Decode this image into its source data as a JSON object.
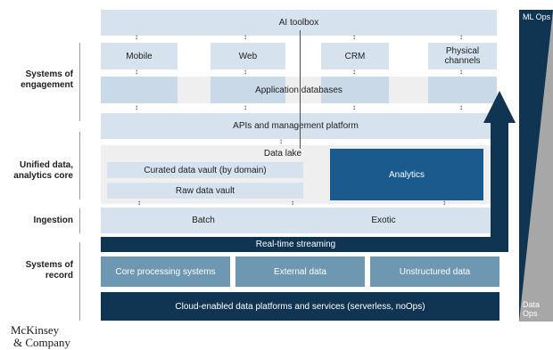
{
  "row_labels": {
    "engagement": "Systems of engagement",
    "unified": "Unified data, analytics core",
    "ingestion": "Ingestion",
    "record": "Systems of record"
  },
  "boxes": {
    "ai_toolbox": "AI toolbox",
    "mobile": "Mobile",
    "web": "Web",
    "crm": "CRM",
    "physical": "Physical channels",
    "app_db": "Application databases",
    "apis": "APIs and management platform",
    "data_lake": "Data lake",
    "curated": "Curated data vault (by domain)",
    "raw": "Raw data vault",
    "analytics": "Analytics",
    "batch": "Batch",
    "exotic": "Exotic",
    "streaming": "Real-time streaming",
    "core": "Core processing systems",
    "external": "External data",
    "unstructured": "Unstructured data",
    "cloud": "Cloud-enabled data platforms and services (serverless, noOps)"
  },
  "side": {
    "ml_ops": "ML Ops",
    "data_ops": "Data Ops"
  },
  "logo": {
    "line1": "McKinsey",
    "line2": "& Company"
  },
  "colors": {
    "light_blue": "#d6e3ee",
    "dark_navy": "#0f3552",
    "mid_blue": "#6e97b2",
    "analytics_blue": "#1a5a8c",
    "gray": "#efefef"
  }
}
